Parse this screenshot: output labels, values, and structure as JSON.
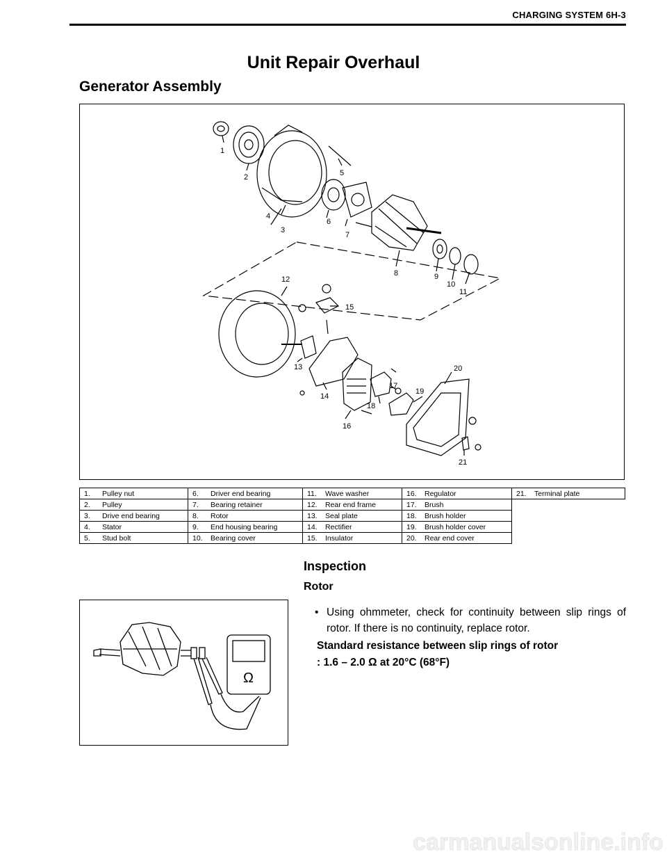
{
  "header": {
    "text": "CHARGING SYSTEM 6H-3"
  },
  "page_title": "Unit Repair Overhaul",
  "section_title": "Generator Assembly",
  "figure": {
    "callouts": [
      "1",
      "2",
      "3",
      "4",
      "5",
      "6",
      "7",
      "8",
      "9",
      "10",
      "11",
      "12",
      "13",
      "14",
      "15",
      "16",
      "17",
      "18",
      "19",
      "20",
      "21"
    ]
  },
  "parts": [
    [
      "1.",
      "Pulley nut"
    ],
    [
      "2.",
      "Pulley"
    ],
    [
      "3.",
      "Drive end bearing"
    ],
    [
      "4.",
      "Stator"
    ],
    [
      "5.",
      "Stud bolt"
    ],
    [
      "6.",
      "Driver end bearing"
    ],
    [
      "7.",
      "Bearing retainer"
    ],
    [
      "8.",
      "Rotor"
    ],
    [
      "9.",
      "End housing bearing"
    ],
    [
      "10.",
      "Bearing cover"
    ],
    [
      "11.",
      "Wave washer"
    ],
    [
      "12.",
      "Rear end frame"
    ],
    [
      "13.",
      "Seal plate"
    ],
    [
      "14.",
      "Rectifier"
    ],
    [
      "15.",
      "Insulator"
    ],
    [
      "16.",
      "Regulator"
    ],
    [
      "17.",
      "Brush"
    ],
    [
      "18.",
      "Brush holder"
    ],
    [
      "19.",
      "Brush holder cover"
    ],
    [
      "20.",
      "Rear end cover"
    ],
    [
      "21.",
      "Terminal plate"
    ]
  ],
  "inspection": {
    "heading": "Inspection",
    "subheading": "Rotor",
    "bullet_symbol": "•",
    "bullet": "Using ohmmeter, check for continuity between slip rings of rotor. If there is no continuity, replace rotor.",
    "spec_title": "Standard resistance between slip rings of rotor",
    "spec_value": ": 1.6 – 2.0 Ω at 20°C (68°F)",
    "meter_symbol": "Ω"
  },
  "watermark": {
    "text": "carmanualsonline.info"
  }
}
